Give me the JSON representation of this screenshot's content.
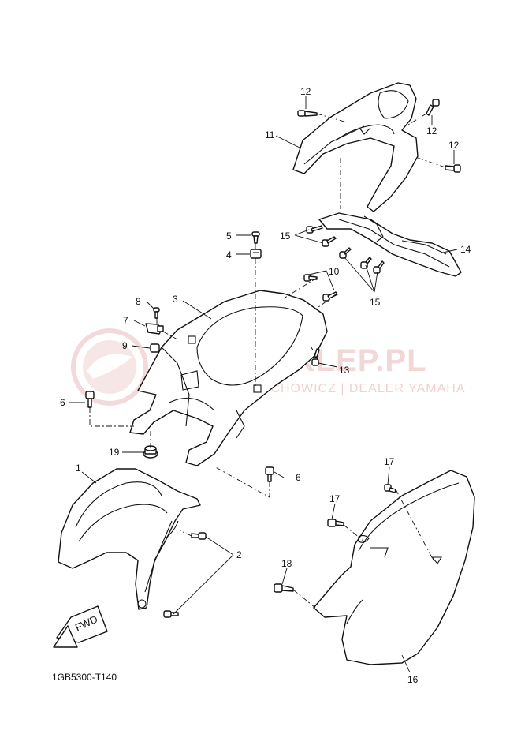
{
  "watermark": {
    "brand": "YAMASKLEP.PL",
    "subtitle": "OCHOWICZ | DEALER YAMAHA",
    "color": "#e9b7b7"
  },
  "diagram_code": "1GB5300-T140",
  "fwd_label": "FWD",
  "callouts": {
    "c1": "1",
    "c2": "2",
    "c3": "3",
    "c4": "4",
    "c5": "5",
    "c6a": "6",
    "c6b": "6",
    "c7": "7",
    "c8": "8",
    "c9": "9",
    "c10": "10",
    "c11": "11",
    "c12a": "12",
    "c12b": "12",
    "c12c": "12",
    "c13": "13",
    "c14": "14",
    "c15a": "15",
    "c15b": "15",
    "c16": "16",
    "c17a": "17",
    "c17b": "17",
    "c18": "18",
    "c19": "19"
  }
}
